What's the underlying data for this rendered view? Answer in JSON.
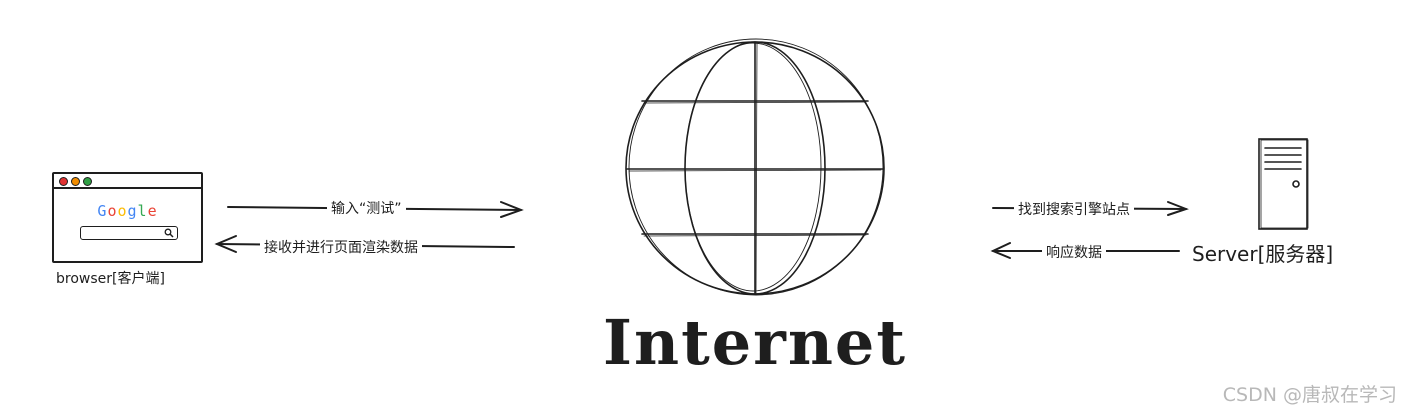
{
  "browser": {
    "logo_text": "Google",
    "label": "browser[客户端]"
  },
  "server": {
    "label": "Server[服务器]"
  },
  "internet": {
    "title": "Internet"
  },
  "arrows": {
    "browser_to_internet": "输入“测试”",
    "internet_to_browser": "接收并进行页面渲染数据",
    "internet_to_server": "找到搜索引擎站点",
    "server_to_internet": "响应数据"
  },
  "watermark": "CSDN @唐叔在学习",
  "colors": {
    "stroke": "#1e1e1e",
    "dot_red": "#e03131",
    "dot_yellow": "#f08c00",
    "dot_green": "#2f9e44",
    "google_blue": "#4285f4",
    "google_red": "#ea4335",
    "google_yellow": "#fbbc05",
    "google_green": "#34a853",
    "watermark": "#b8b8b8"
  }
}
